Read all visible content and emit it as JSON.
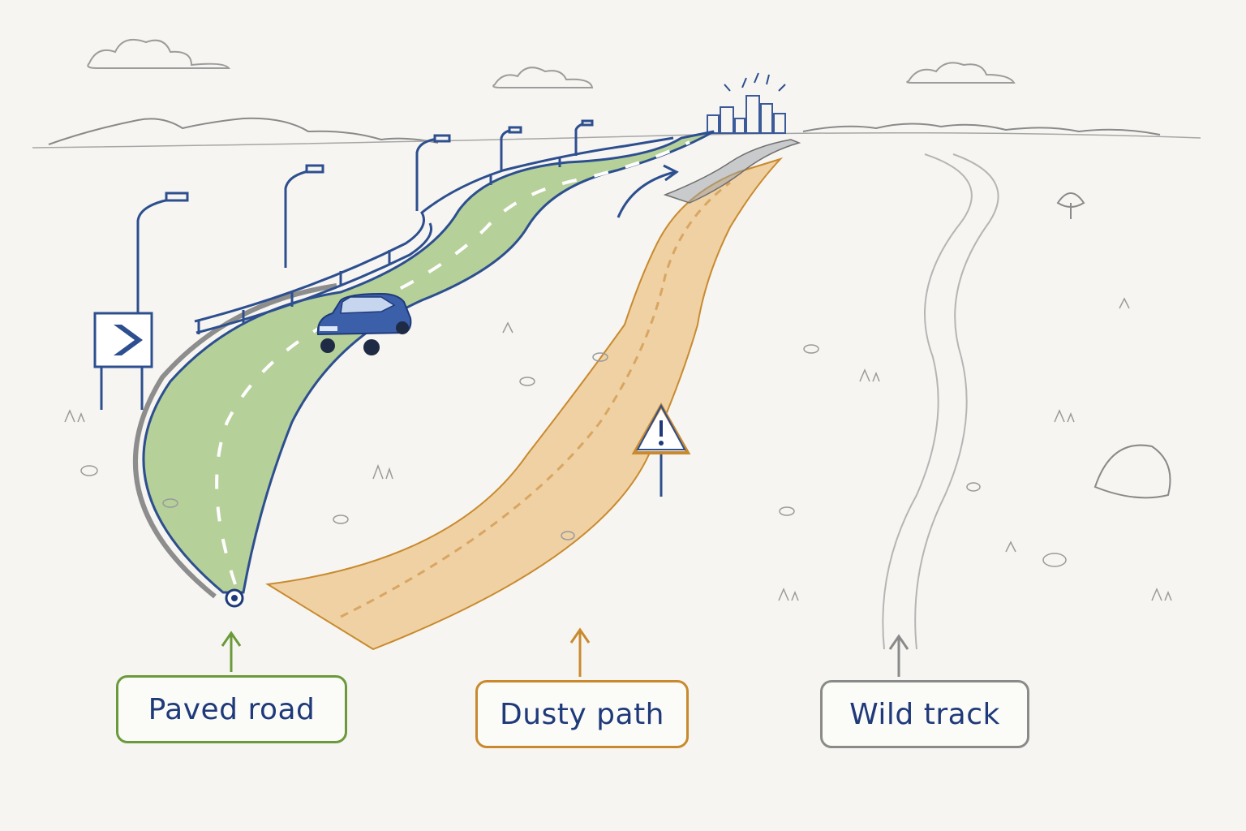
{
  "labels": {
    "paved": "Paved road",
    "dusty": "Dusty path",
    "wild": "Wild track"
  },
  "colors": {
    "paper": "#f6f5f1",
    "pencil": "#8f8f8f",
    "paved_fill": "#a9c98a",
    "paved_edge": "#2d4f8f",
    "dusty_fill": "#ecc48a",
    "dusty_edge": "#c98a2e",
    "wild_edge": "#9a9a9a",
    "label_text": "#1f3a7a",
    "car": "#3b5fa8"
  },
  "icons": {
    "chevron_sign": "chevron-right-icon",
    "warning_sign": "warning-triangle-icon",
    "start_marker": "start-point-icon",
    "city": "city-skyline-icon"
  }
}
